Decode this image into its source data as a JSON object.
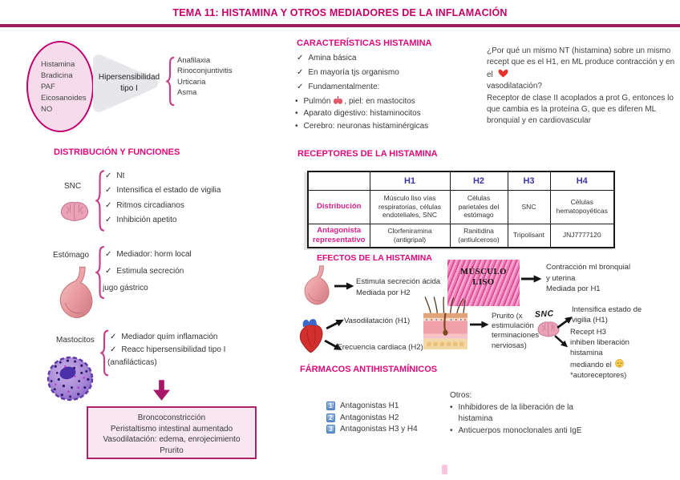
{
  "title": "TEMA 11: HISTAMINA Y OTROS MEDIADORES DE LA INFLAMACIÓN",
  "colors": {
    "heading_magenta": "#dd0a7c",
    "title_magenta": "#c40067",
    "rule_magenta": "#a01b61",
    "table_header_blue": "#3c35a8",
    "label_magenta": "#d9218a",
    "oval_fill": "#f6dcea",
    "oval_border": "#c2006e",
    "box_fill": "#f8e6f1",
    "box_border": "#aa2268",
    "brace_pink": "#c5418c",
    "number_blue": "#5d8ec9",
    "text_dark": "#3a3a3a"
  },
  "icons": {
    "check": "✓",
    "bullet": "•",
    "brain": "brain-icon",
    "stomach": "stomach-icon",
    "heart_anatomical": "heart-icon",
    "lungs": "lungs-icon",
    "red_heart": "red-heart-icon",
    "mast_cell": "mast-cell-icon",
    "skin": "skin-icon",
    "sleepy_face": "sleepy-face-icon"
  },
  "mediadores": {
    "oval": [
      "Histamina",
      "Bradicina",
      "PAF",
      "Eicosanoides",
      "NO"
    ],
    "arrow_line1": "Hipersensibilidad",
    "arrow_line2": "tipo I",
    "outcomes": [
      "Anafilaxia",
      "Rinoconjuntivitis",
      "Urticaria",
      "Asma"
    ]
  },
  "caracteristicas": {
    "heading": "CARACTERÍSTICAS HISTAMINA",
    "checks": [
      "Amina básica",
      "En mayoría tjs organismo",
      "Fundamentalmente:"
    ],
    "bullet_lung_pre": "Pulmón",
    "bullet_lung_post": ", piel: en mastocitos",
    "bullets": [
      "Aparato digestivo: histaminocitos",
      "Cerebro: neuronas histaminérgicas"
    ]
  },
  "nota": {
    "p1": "¿Por qué un mismo NT (histamina) sobre un mismo recept que es el H1, en ML produce contracción y en el",
    "p2": "vasodilatación?",
    "p3": "Receptor de clase II acoplados a prot G, entonces lo que cambia es la proteína G, que es diferen ML bronquial y en cardiovascular"
  },
  "distribucion": {
    "heading": "DISTRIBUCIÓN Y FUNCIONES",
    "snc": {
      "label": "SNC",
      "checks": [
        "Nt",
        "Intensifica el estado de vigilia",
        "Ritmos circadianos",
        "Inhibición apetito"
      ]
    },
    "estomago": {
      "label": "Estómago",
      "checks": [
        "Mediador: horm local",
        "Estimula secreción"
      ],
      "extra": "jugo gástrico"
    },
    "mastocitos": {
      "label": "Mastocitos",
      "checks": [
        "Mediador quím inflamación",
        "Reacc hipersensibilidad tipo I"
      ],
      "extra": "(anafilácticas)"
    },
    "box": [
      "Broncoconstricción",
      "Peristaltismo intestinal aumentado",
      "Vasodilatación: edema, enrojecimiento",
      "Prurito"
    ]
  },
  "receptores": {
    "heading": "RECEPTORES DE LA HISTAMINA",
    "headers": [
      "H1",
      "H2",
      "H3",
      "H4"
    ],
    "row1": {
      "label": "Distribución",
      "cells": [
        "Músculo liso vías respiratorias, células endoteliales, SNC",
        "Células parietales del estómago",
        "SNC",
        "Células hematopoyéticas"
      ]
    },
    "row2": {
      "label": "Antagonista representativo",
      "cells": [
        "Clorfeniramina (antigripal)",
        "Ranitidina (antiulceroso)",
        "Tripolisant",
        "JNJ7777120"
      ]
    }
  },
  "efectos": {
    "heading": "EFECTOS DE LA HISTAMINA",
    "estomago": [
      "Estimula secreción ácida",
      "Mediada por H2"
    ],
    "corazon": [
      "Vasodilatación (H1)",
      "Frecuencia cardiaca (H2)"
    ],
    "musculo": {
      "label1": "MÚSCULO",
      "label2": "LISO",
      "lines": [
        "Contracción ml bronquial",
        "y uterina",
        "Mediada por H1"
      ]
    },
    "piel": "Prurito (x estimulación terminaciones nerviosas)",
    "snc": {
      "label": "SNC",
      "arriba": "Intensifica estado de vigilia (H1)",
      "abajo": [
        "Recept H3",
        "inhiben liberación",
        "histamina",
        "mediando el",
        "*autoreceptores)"
      ]
    }
  },
  "farmacos": {
    "heading": "FÁRMACOS ANTIHISTAMÍNICOS",
    "items": [
      {
        "num": "1",
        "label": "Antagonistas H1"
      },
      {
        "num": "2",
        "label": "Antagonistas H2"
      },
      {
        "num": "3",
        "label": "Antagonistas H3 y H4"
      }
    ],
    "otros_title": "Otros:",
    "otros": [
      "Inhibidores de la liberación de la histamina",
      "Anticuerpos monoclonales anti IgE"
    ]
  }
}
